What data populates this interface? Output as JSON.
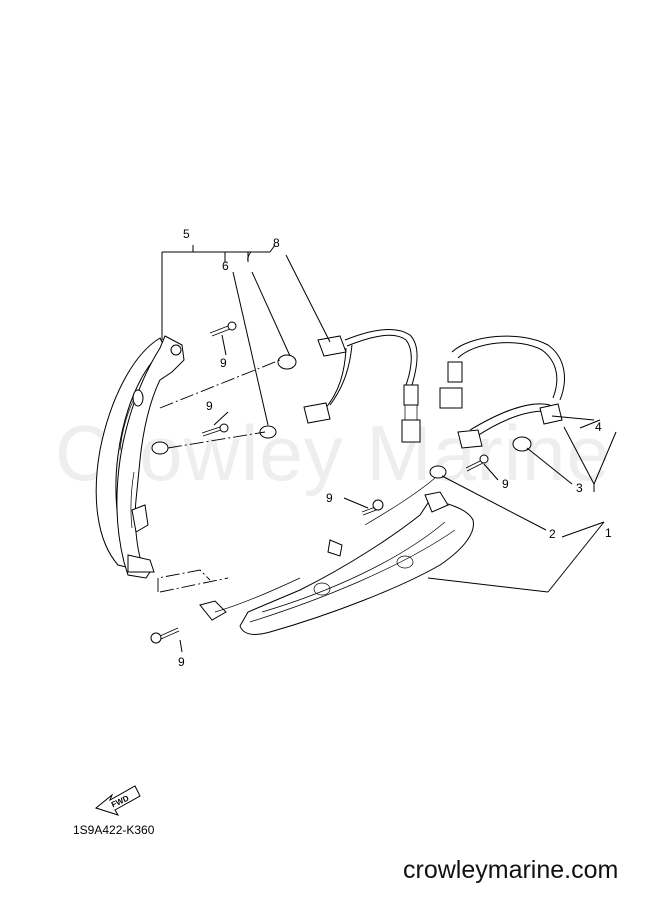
{
  "watermark": "Crowley Marine",
  "labels": {
    "c1": "1",
    "c2": "2",
    "c3": "3",
    "c4": "4",
    "c5": "5",
    "c6": "6",
    "c7": "7",
    "c8": "8",
    "c9a": "9",
    "c9b": "9",
    "c9c": "9",
    "c9d": "9",
    "c9e": "9"
  },
  "fwd_label": "FWD",
  "part_code": "1S9A422-K360",
  "site": "crowleymarine.com"
}
